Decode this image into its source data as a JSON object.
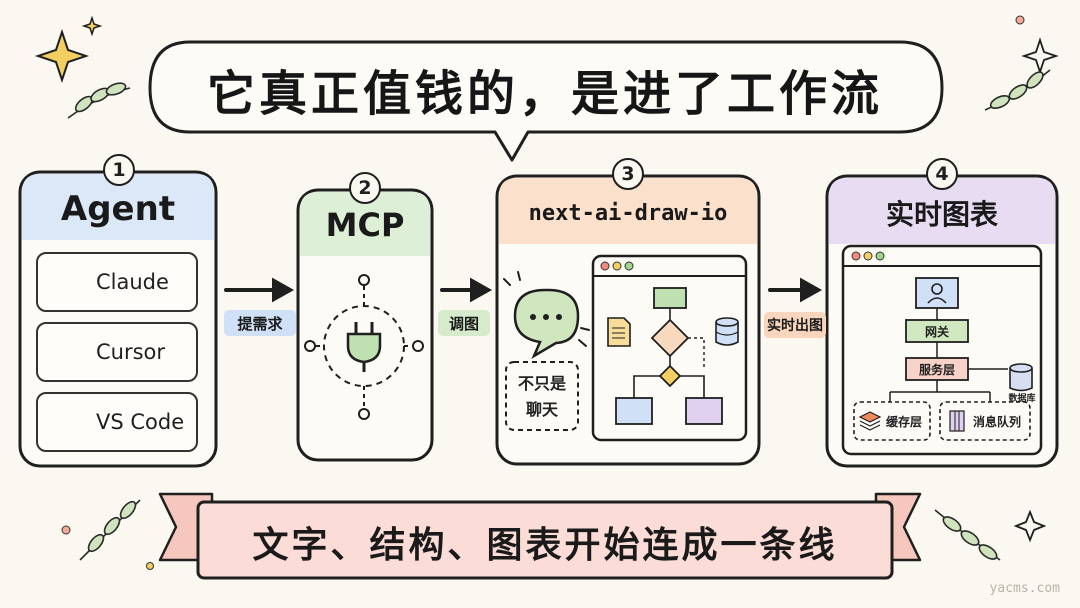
{
  "title": "它真正值钱的，是进了工作流",
  "steps": [
    {
      "number": "1",
      "title": "Agent",
      "items": [
        "Claude",
        "Cursor",
        "VS Code"
      ]
    },
    {
      "number": "2",
      "title": "MCP"
    },
    {
      "number": "3",
      "title": "next-ai-draw-io",
      "bubble_text": "...",
      "note_line1": "不只是",
      "note_line2": "聊天"
    },
    {
      "number": "4",
      "title": "实时图表",
      "diagram": {
        "gateway": "网关",
        "service": "服务层",
        "database": "数据库",
        "cache": "缓存层",
        "queue": "消息队列"
      }
    }
  ],
  "connectors": [
    "提需求",
    "调图",
    "实时出图"
  ],
  "banner": "文字、结构、图表开始连成一条线",
  "watermark": "yacms.com",
  "colors": {
    "agent": "#dbe8f8",
    "mcp": "#ddefd6",
    "drawio": "#fbe0cc",
    "chart": "#e7dcf2",
    "banner": "#fbdcd6",
    "claude": "#e8713c",
    "vscode": "#2f7fd8"
  }
}
